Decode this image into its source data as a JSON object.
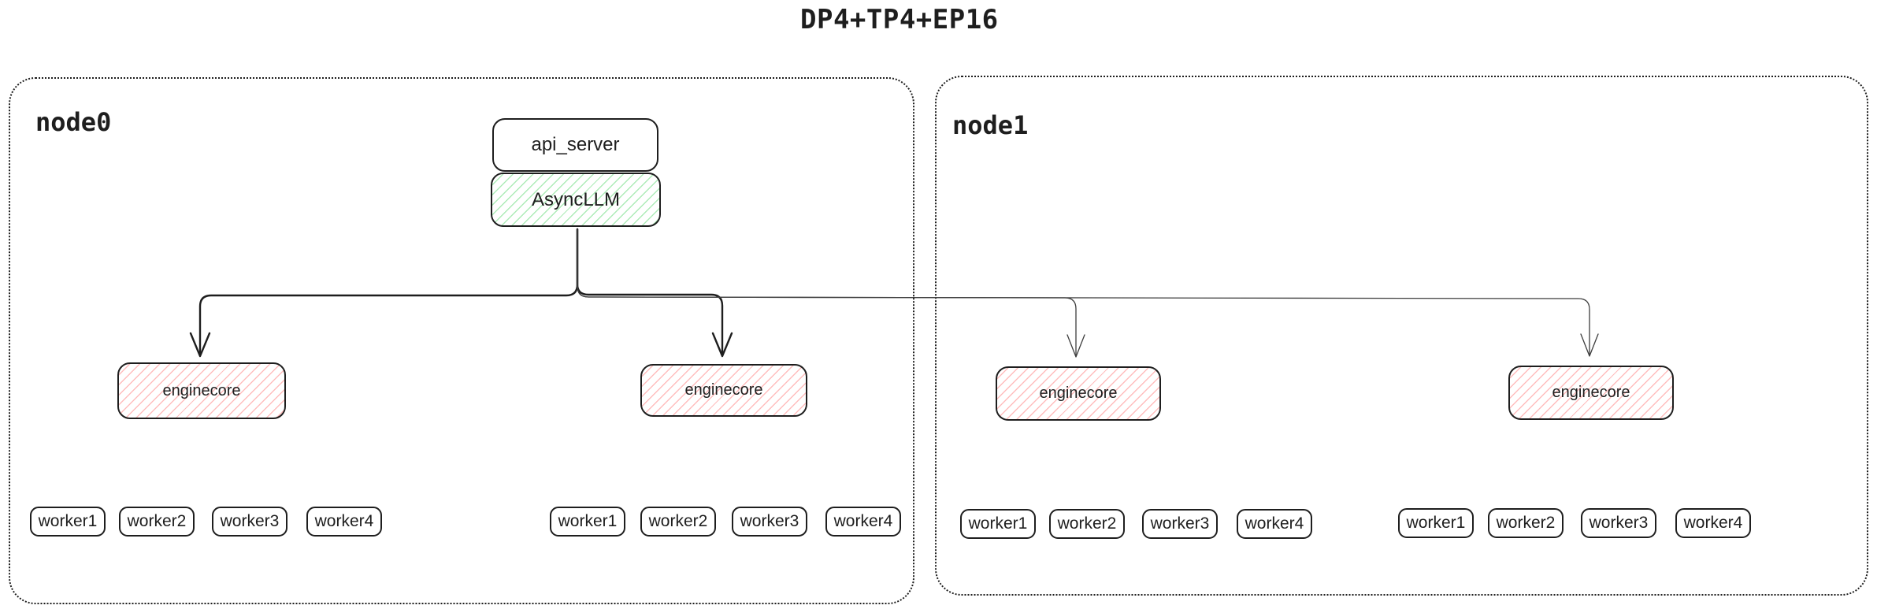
{
  "title": "DP4+TP4+EP16",
  "colors": {
    "stroke": "#1e1e1e",
    "thin_arrow": "#3d3d3d",
    "green_hatch": "#69db7c",
    "red_hatch": "#ff8787",
    "background": "#ffffff"
  },
  "nodes": [
    {
      "label": "node0",
      "api_server_label": "api_server",
      "asyncllm_label": "AsyncLLM",
      "enginecores": [
        "enginecore",
        "enginecore"
      ],
      "worker_groups": [
        [
          "worker1",
          "worker2",
          "worker3",
          "worker4"
        ],
        [
          "worker1",
          "worker2",
          "worker3",
          "worker4"
        ]
      ]
    },
    {
      "label": "node1",
      "enginecores": [
        "enginecore",
        "enginecore"
      ],
      "worker_groups": [
        [
          "worker1",
          "worker2",
          "worker3",
          "worker4"
        ],
        [
          "worker1",
          "worker2",
          "worker3",
          "worker4"
        ]
      ]
    }
  ]
}
